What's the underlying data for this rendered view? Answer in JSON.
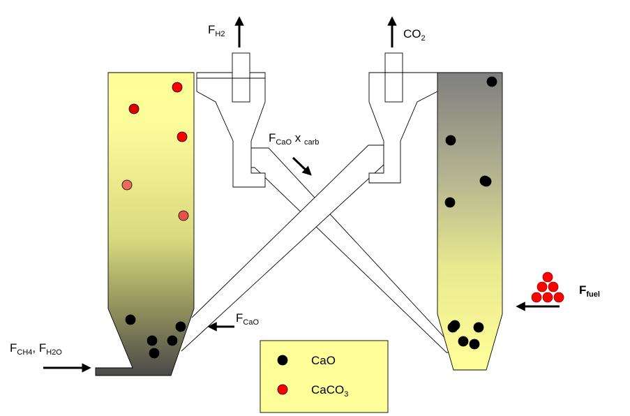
{
  "labels": {
    "f_h2_main": "F",
    "f_h2_sub": "H2",
    "co2_main": "CO",
    "co2_sub": "2",
    "f_cao_x_main": "F",
    "f_cao_x_sub": "CaO",
    "f_cao_x_x": " x ",
    "f_cao_x_sub2": "carb",
    "f_cao_main": "F",
    "f_cao_sub": "CaO",
    "f_fuel_main": "F",
    "f_fuel_sub": "fuel",
    "f_ch4_main": "F",
    "f_ch4_sub": "CH4",
    "f_ch4_sep": ", F",
    "f_h2o_sub": "H2O"
  },
  "legend": {
    "cao_label": "CaO",
    "caco3_main": "CaCO",
    "caco3_sub": "3"
  },
  "colors": {
    "cao": "#000000",
    "caco3": "#ff0000",
    "caco3_faded": "#e8524a",
    "carbonator_top": "#ffff99",
    "carbonator_bottom": "#4d4d4d",
    "calciner_top": "#7f7f7f",
    "calciner_bottom": "#ffff99",
    "legend_bg": "#ffff99"
  }
}
